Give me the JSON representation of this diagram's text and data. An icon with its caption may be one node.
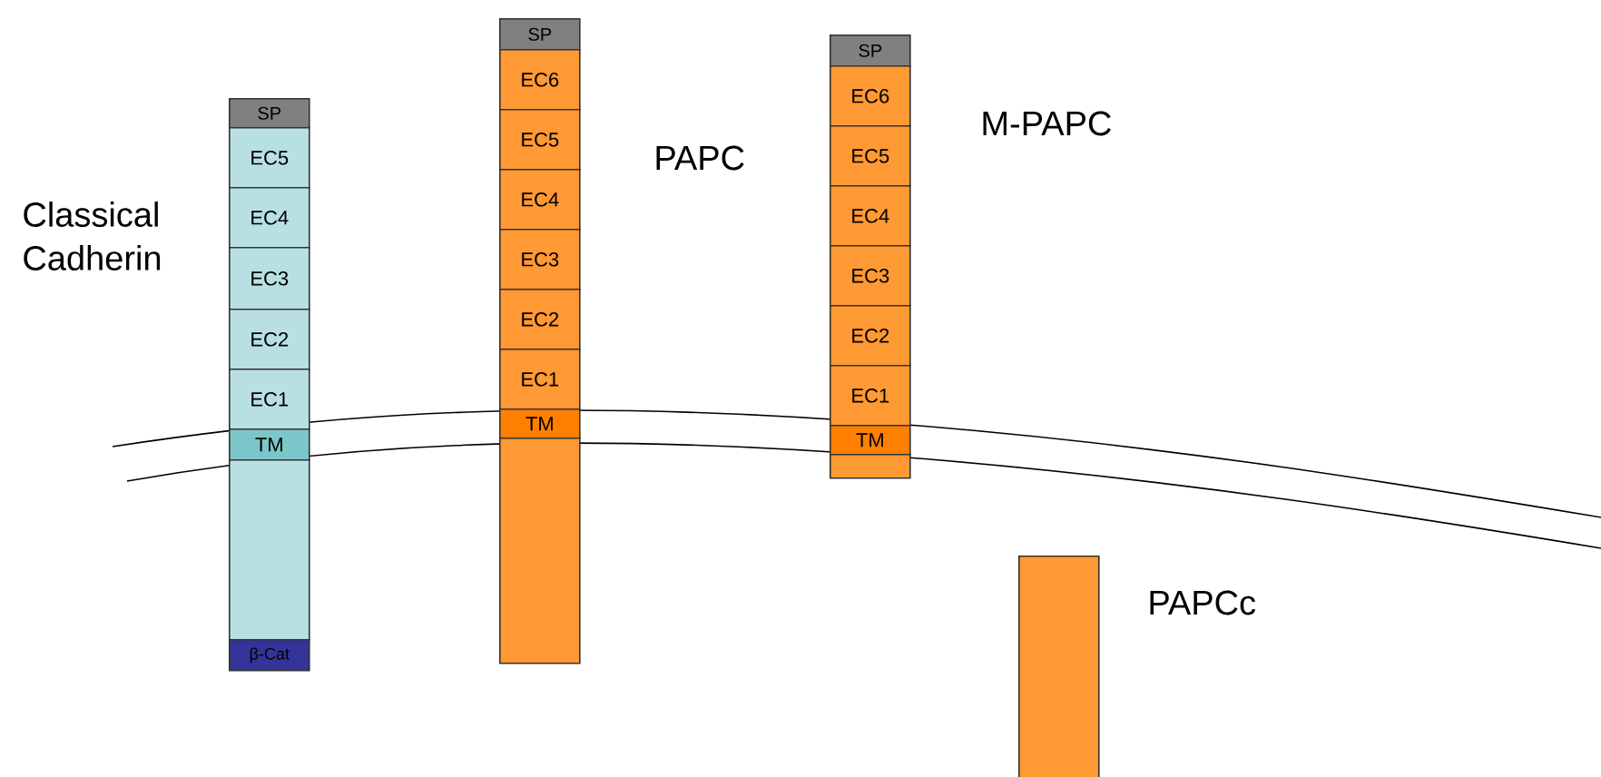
{
  "diagram": {
    "nodes": [
      {
        "text": [
          "SP"
        ]
      },
      {
        "text": [
          "EC5"
        ]
      },
      {
        "text": [
          "EC4"
        ]
      },
      {
        "text": [
          "EC3"
        ]
      },
      {
        "text": [
          "EC2"
        ]
      },
      {
        "text": [
          "EC1"
        ]
      },
      {
        "text": [
          "TM"
        ]
      },
      {
        "text": [],
        "shape": "bar"
      },
      {
        "text": [
          "β-Cat"
        ]
      },
      {
        "text": [
          "SP"
        ]
      },
      {
        "text": [
          "EC6"
        ]
      },
      {
        "text": [
          "EC5"
        ]
      },
      {
        "text": [
          "EC4"
        ]
      },
      {
        "text": [
          "EC3"
        ]
      },
      {
        "text": [
          "EC2"
        ]
      },
      {
        "text": [
          "EC1"
        ]
      },
      {
        "text": [
          "TM"
        ]
      },
      {
        "text": [],
        "shape": "bar"
      },
      {
        "text": [
          "SP"
        ]
      },
      {
        "text": [
          "EC6"
        ]
      },
      {
        "text": [
          "EC5"
        ]
      },
      {
        "text": [
          "EC4"
        ]
      },
      {
        "text": [
          "EC3"
        ]
      },
      {
        "text": [
          "EC2"
        ]
      },
      {
        "text": [
          "EC1"
        ]
      },
      {
        "text": [
          "TM"
        ]
      },
      {
        "text": [],
        "shape": "bar"
      },
      {
        "text": [],
        "shape": "bar"
      }
    ],
    "labels": [
      "Classical Cadherin",
      "PAPC",
      "M-PAPC",
      "PAPCc"
    ]
  }
}
